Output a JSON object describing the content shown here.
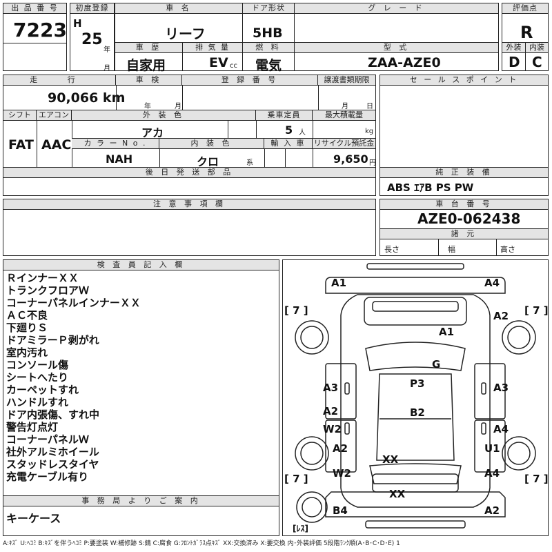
{
  "header": {
    "lot_no_label": "出 品 番 号",
    "lot_no": "7223",
    "first_reg_label": "初度登録",
    "era": "H",
    "year": "25",
    "year_unit": "年",
    "month_unit": "月",
    "car_name_label": "車 名",
    "car_name": "リーフ",
    "door_label": "ドア形状",
    "door": "5HB",
    "grade_label": "グ レ ー ド",
    "grade": "",
    "score_label": "評価点",
    "score": "R",
    "history_label": "車 歴",
    "history": "自家用",
    "displacement_label": "排 気 量",
    "displacement": "EV",
    "cc": "cc",
    "fuel_label": "燃 料",
    "fuel": "電気",
    "model_label": "型 式",
    "model": "ZAA-AZE0",
    "exterior_label": "外装",
    "exterior": "D",
    "interior_label": "内装",
    "interior": "C"
  },
  "info": {
    "mileage_label": "走 行",
    "mileage": "90,066 km",
    "inspection_label": "車 検",
    "insp_year": "年",
    "insp_month": "月",
    "reg_no_label": "登 録 番 号",
    "transfer_label": "譲渡書類期限",
    "transfer_month": "月",
    "transfer_day": "日",
    "shift_label": "シフト",
    "shift": "FAT",
    "aircon_label": "エアコン",
    "aircon": "AAC",
    "ext_color_label": "外 装 色",
    "ext_color": "アカ",
    "capacity_label": "乗車定員",
    "capacity": "5",
    "capacity_unit": "人",
    "load_label": "最大積載量",
    "load_unit": "kg",
    "color_no_label": "カ ラ ー N o .",
    "color_no": "NAH",
    "int_color_label": "内 装 色",
    "int_color": "クロ",
    "int_color_unit": "系",
    "import_label": "輸 入 車",
    "recycle_label": "リサイクル預託金",
    "recycle": "9,650",
    "recycle_unit": "円",
    "later_parts_label": "後 日 発 送 部 品",
    "notes_label": "注 意 事 項 欄"
  },
  "sales": {
    "sales_label": "セ ー ル ス ポ イ ン ト",
    "equip_label": "純 正 装 備",
    "equipment": "ABS ｴｱB PS PW",
    "chassis_label": "車 台 番 号",
    "chassis": "AZE0-062438",
    "spec_label": "諸 元",
    "length_label": "長さ",
    "width_label": "幅",
    "height_label": "高さ"
  },
  "inspector": {
    "label": "検 査 員 記 入 欄",
    "notes": [
      "ＲインナーＸＸ",
      "トランクフロアＷ",
      "コーナーパネルインナーＸＸ",
      "ＡＣ不良",
      "下廻りＳ",
      "ドアミラーＰ剥がれ",
      "室内汚れ",
      "コンソール傷",
      "シートへたり",
      "カーペットすれ",
      "ハンドルすれ",
      "ドア内張傷、すれ中",
      "警告灯点灯",
      "コーナーパネルＷ",
      "社外アルミホイール",
      "スタッドレスタイヤ",
      "充電ケーブル有り"
    ]
  },
  "office": {
    "label": "事 務 局 よ り ご 案 内",
    "text": "キーケース"
  },
  "diagram": {
    "marks": {
      "front_left": "A1",
      "front_right": "A4",
      "fender_fr": "A2",
      "hood": "A1",
      "windshield": "G",
      "door_fl": "A3",
      "door_fr": "A3",
      "roof": "P3",
      "door_rl": "A2",
      "door_rl_w": "W2",
      "roof2": "B2",
      "door_rr": "A4",
      "qtr_l": "A2",
      "qtr_r": "U1",
      "trunk": "XX",
      "qtr_l2": "W2",
      "qtr_r2": "A4",
      "rear_bumper": "XX",
      "rear_left": "B4",
      "rear_right": "A2"
    },
    "tire_labels": [
      "[ 7 ]",
      "[ 7 ]",
      "[ 7 ]",
      "[ 7 ]"
    ],
    "spare": "[ﾚｽ]"
  },
  "legend": "A:ｷｽﾞ U:ﾍｺﾐ B:ｷｽﾞを伴うﾍｺﾐ P:要塗装 W:補修跡 S:錆 C:腐食 G:ﾌﾛﾝﾄｶﾞﾗｽ点ｷｽﾞ XX:交換済み X:要交換 内･外装評価 5段階ﾗﾝｸ順(A･B･C･D･E) 1"
}
